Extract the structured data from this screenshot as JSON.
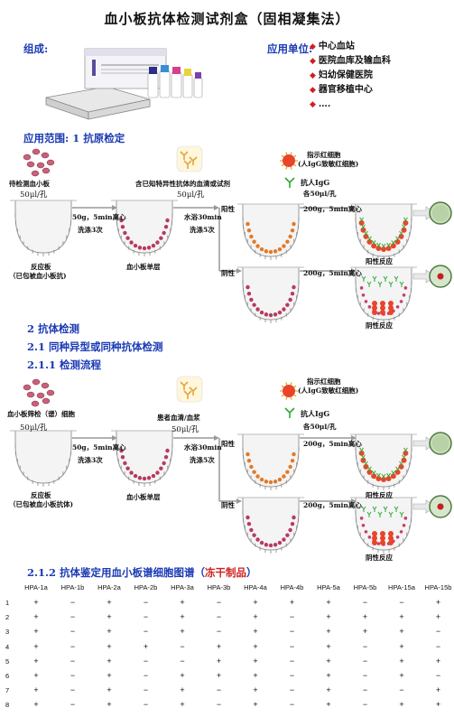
{
  "title": "血小板抗体检测试剂盒（固相凝集法）",
  "composition_label": "组成:",
  "units_label": "应用单位:",
  "units": [
    "中心血站",
    "医院血库及输血科",
    "妇幼保健医院",
    "器官移植中心",
    "…."
  ],
  "scope_label": "应用范围: 1 抗原检定",
  "flow1": {
    "sample": "待检测血小板",
    "sample_vol": "50μl/孔",
    "spin1": "50g，5min离心",
    "wash1": "洗涤3次",
    "plate": "反应板",
    "plate_sub": "（已包被血小板抗)",
    "reagent": "含已知特异性抗体的血清或试剂",
    "reagent_vol": "50μl/孔",
    "monolayer": "血小板单层",
    "bath": "水浴30min",
    "wash2": "洗涤5次",
    "indicator": "指示红细胞",
    "indicator_sub": "(人IgG致敏红细胞)",
    "anti_igg": "抗人IgG",
    "anti_vol": "各50μl/孔",
    "pos": "阳性",
    "neg": "阴性",
    "spin2": "200g，5min离心",
    "spin3": "200g，5min离心",
    "pos_result": "阳性反应",
    "neg_result": "阴性反应"
  },
  "section2": "2 抗体检测",
  "section21": "2.1 同种异型或同种抗体检测",
  "section211": "2.1.1 检测流程",
  "flow2": {
    "sample": "血小板筛检（谱）细胞",
    "sample_vol": "50μl/孔",
    "spin1": "50g，5min离心",
    "wash1": "洗涤3次",
    "plate": "反应板",
    "plate_sub": "（已包被血小板抗体)",
    "reagent": "患者血清/血浆",
    "reagent_vol": "50μl/孔",
    "monolayer": "血小板单层",
    "bath": "水浴30min",
    "wash2": "洗涤5次",
    "indicator": "指示红细胞",
    "indicator_sub": "(人IgG致敏红细胞)",
    "anti_igg": "抗人IgG",
    "anti_vol": "各50μl/孔",
    "pos": "阳性",
    "neg": "阴性",
    "spin2": "200g，5min离心",
    "spin3": "200g，5min离心",
    "pos_result": "阳性反应",
    "neg_result": "阴性反应"
  },
  "section212": "2.1.2 抗体鉴定用血小板谱细胞图谱（",
  "section212_red": "冻干制品",
  "section212_end": "）",
  "table": {
    "headers": [
      "HPA-1a",
      "HPA-1b",
      "HPA-2a",
      "HPA-2b",
      "HPA-3a",
      "HPA-3b",
      "HPA-4a",
      "HPA-4b",
      "HPA-5a",
      "HPA-5b",
      "HPA-15a",
      "HPA-15b"
    ],
    "rows": [
      {
        "n": "1",
        "v": [
          "+",
          "−",
          "+",
          "−",
          "+",
          "−",
          "+",
          "+",
          "+",
          "−",
          "−",
          "+"
        ]
      },
      {
        "n": "2",
        "v": [
          "+",
          "−",
          "+",
          "−",
          "+",
          "−",
          "+",
          "−",
          "+",
          "+",
          "+",
          "+"
        ]
      },
      {
        "n": "3",
        "v": [
          "+",
          "−",
          "+",
          "−",
          "+",
          "−",
          "+",
          "−",
          "+",
          "+",
          "+",
          "−"
        ]
      },
      {
        "n": "4",
        "v": [
          "+",
          "−",
          "+",
          "+",
          "−",
          "+",
          "+",
          "−",
          "+",
          "−",
          "+",
          "−"
        ]
      },
      {
        "n": "5",
        "v": [
          "+",
          "−",
          "+",
          "−",
          "−",
          "+",
          "+",
          "−",
          "+",
          "−",
          "+",
          "+"
        ]
      },
      {
        "n": "6",
        "v": [
          "+",
          "−",
          "+",
          "−",
          "+",
          "+",
          "+",
          "−",
          "+",
          "−",
          "+",
          "−"
        ]
      },
      {
        "n": "7",
        "v": [
          "+",
          "−",
          "+",
          "−",
          "+",
          "−",
          "+",
          "−",
          "+",
          "−",
          "−",
          "+"
        ]
      },
      {
        "n": "8",
        "v": [
          "+",
          "−",
          "+",
          "−",
          "+",
          "−",
          "+",
          "−",
          "+",
          "−",
          "+",
          "+"
        ]
      }
    ]
  },
  "colors": {
    "blue": "#1a39b4",
    "red": "#d02020",
    "green": "#2fa832"
  }
}
